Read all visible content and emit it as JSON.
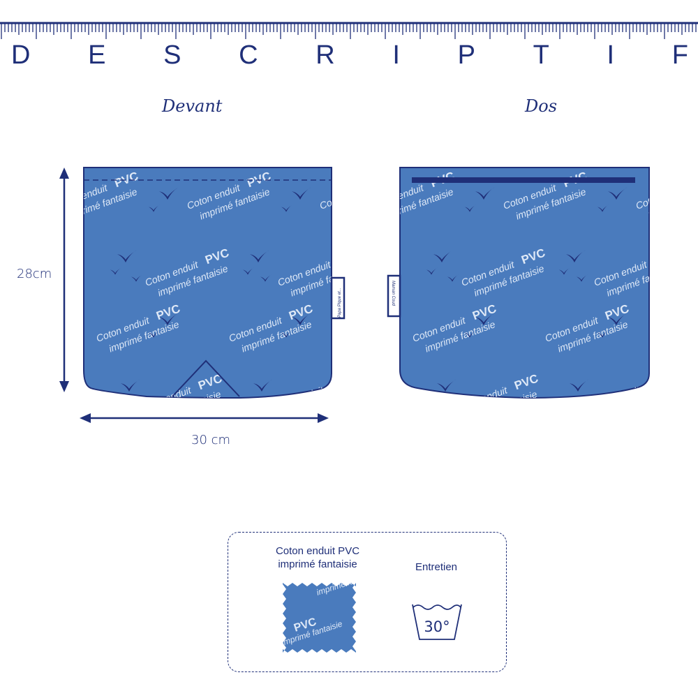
{
  "header": {
    "letters": [
      "D",
      "E",
      "S",
      "C",
      "R",
      "I",
      "P",
      "T",
      "I",
      "F"
    ]
  },
  "views": {
    "front_label": "Devant",
    "back_label": "Dos"
  },
  "dimensions": {
    "height": "28cm",
    "width": "30 cm"
  },
  "tags": {
    "front": "Papa Pique et...",
    "back": "Maman Coud"
  },
  "motif": {
    "line1": "Coton enduit",
    "pvc": "PVC",
    "line2": "imprimé fantaisie"
  },
  "legend": {
    "fabric_line1": "Coton enduit PVC",
    "fabric_line2": "imprimé fantaisie",
    "care_label": "Entretien",
    "wash_temp": "30°"
  },
  "colors": {
    "fabric": "#4a7bbd",
    "navy": "#1f2f78",
    "text_light": "#dfe9f7"
  }
}
